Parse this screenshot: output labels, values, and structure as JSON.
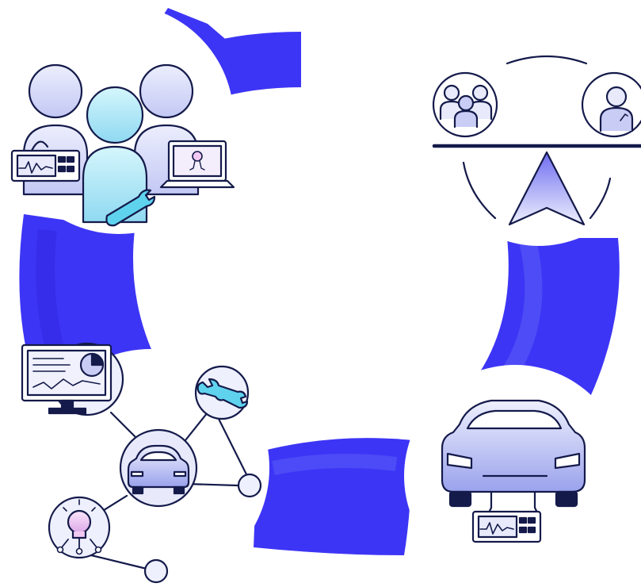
{
  "colors": {
    "accent": "#3d35f5",
    "accent_dark": "#2a20d8",
    "outline": "#141a4a",
    "icon_fill": "#c9cdf5",
    "icon_fill_light": "#e8eafc",
    "highlight_cyan": "#9fe3f5",
    "highlight_pink": "#f2c9f2",
    "monitor_screen": "#d8dcfa",
    "node_fill": "#eef0fd",
    "white": "#ffffff"
  },
  "stages": [
    {
      "id": "team",
      "icon": "team-with-tools-icon"
    },
    {
      "id": "balance",
      "icon": "balance-scale-icon"
    },
    {
      "id": "vehicle-test",
      "icon": "car-with-oscilloscope-icon"
    },
    {
      "id": "network",
      "icon": "connected-network-icon"
    }
  ],
  "cycle": {
    "icon": "circular-arrow-icon"
  }
}
